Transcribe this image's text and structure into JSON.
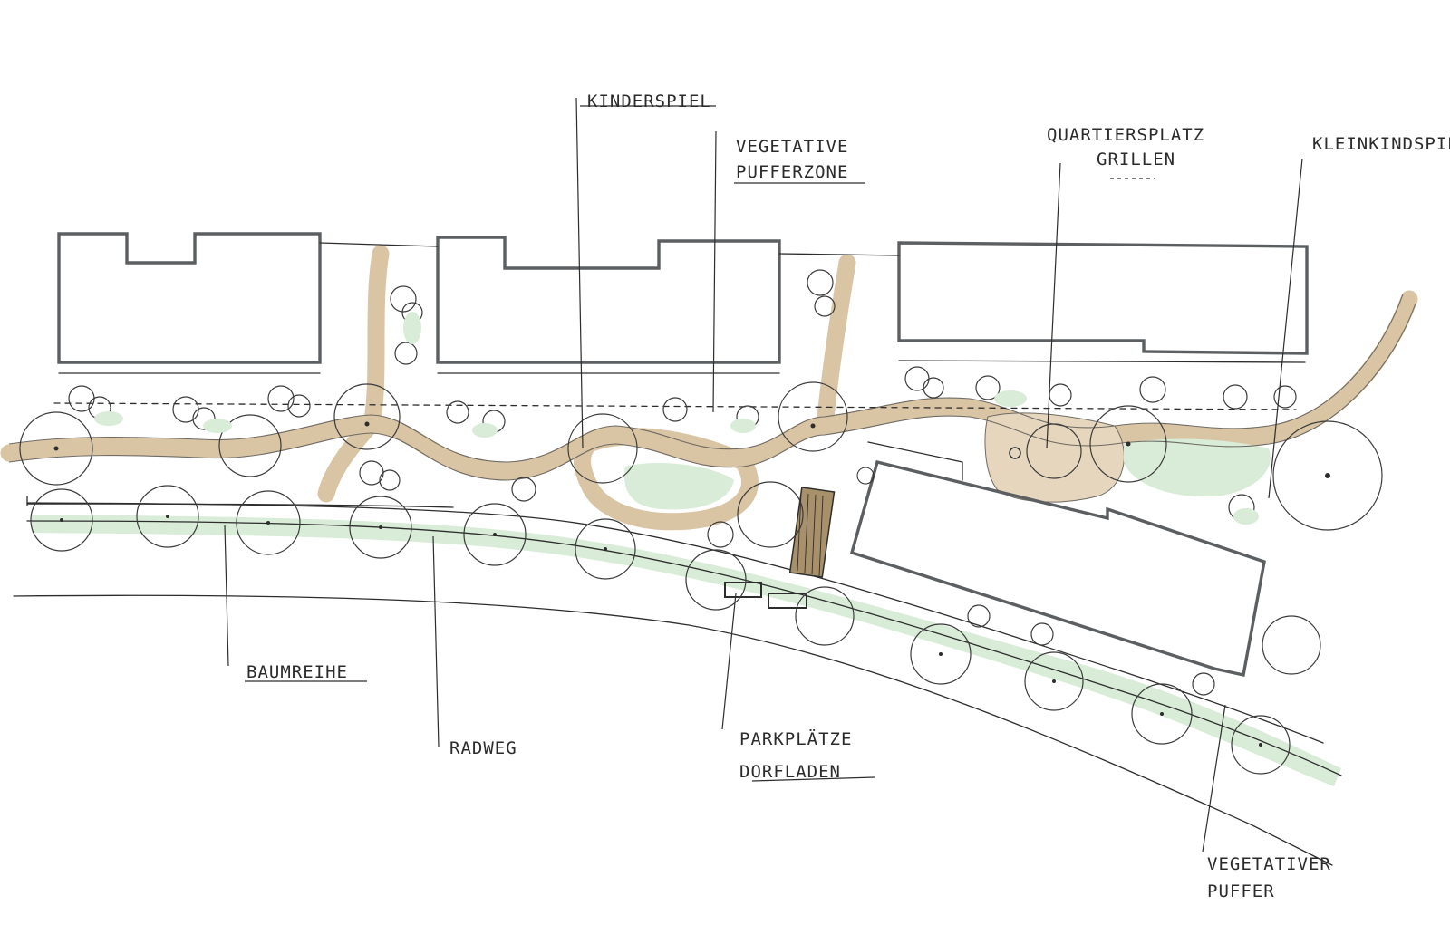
{
  "labels": {
    "kinderspiel": "KINDERSPIEL",
    "vegetative_pufferzone_1": "VEGETATIVE",
    "vegetative_pufferzone_2": "PUFFERZONE",
    "quartiersplatz_1": "QUARTIERSPLATZ",
    "quartiersplatz_2": "GRILLEN",
    "kleinkindspiel": "KLEINKINDSPIE",
    "baumreihe": "BAUMREIHE",
    "radweg": "RADWEG",
    "parkplaetze_1": "PARKPLÄTZE",
    "parkplaetze_2": "DORFLADEN",
    "vegetativer_puffer_1": "VEGETATIVER",
    "vegetativer_puffer_2": "PUFFER"
  },
  "colors": {
    "path": "#d9c4a4",
    "green": "#d8ecd8",
    "building": "#5b5f61",
    "ink": "#2d2d2d"
  }
}
